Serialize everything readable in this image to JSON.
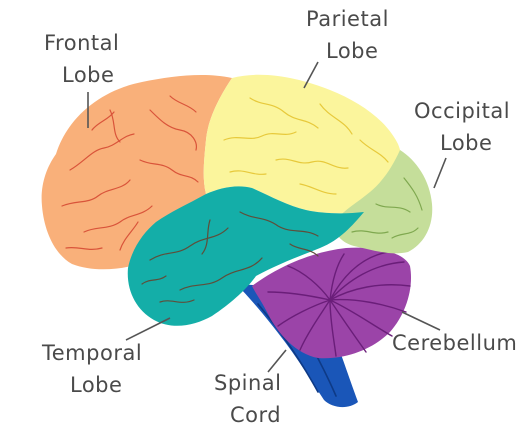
{
  "regions": [
    {
      "id": "frontal",
      "line1": "Frontal",
      "line2": "Lobe",
      "color": "#F9B07A",
      "vein": "#D9543A"
    },
    {
      "id": "parietal",
      "line1": "Parietal",
      "line2": "Lobe",
      "color": "#FBF59C",
      "vein": "#E7C93B"
    },
    {
      "id": "occipital",
      "line1": "Occipital",
      "line2": "Lobe",
      "color": "#C5DE9A",
      "vein": "#7FA84F"
    },
    {
      "id": "temporal",
      "line1": "Temporal",
      "line2": "Lobe",
      "color": "#14AEA8",
      "vein": "#5E4E3A"
    },
    {
      "id": "cerebellum",
      "line1": "Cerebellum",
      "color": "#9B44A8",
      "vein": "#6A1E79"
    },
    {
      "id": "spinal",
      "line1": "Spinal",
      "line2": "Cord",
      "color": "#1A56B8",
      "vein": "#0E3A86"
    }
  ]
}
